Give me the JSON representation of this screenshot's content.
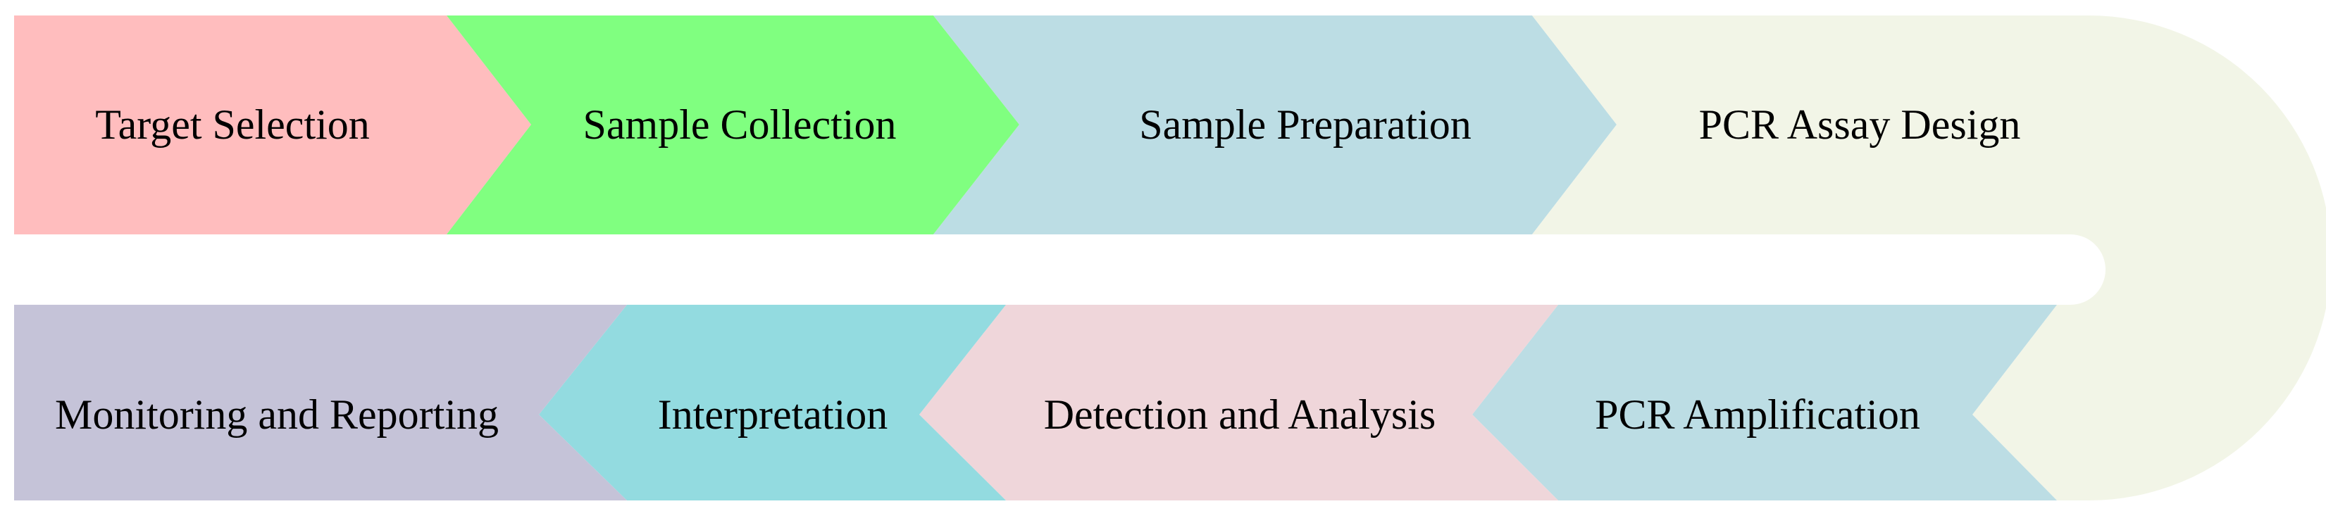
{
  "flowchart": {
    "top_row": [
      {
        "label": "Target Selection",
        "color": "#ffbdbe"
      },
      {
        "label": "Sample Collection",
        "color": "#80ff80"
      },
      {
        "label": "Sample Preparation",
        "color": "#bcdde4"
      },
      {
        "label": "PCR Assay Design",
        "color": "#f2f5e7"
      }
    ],
    "bottom_row": [
      {
        "label": "Monitoring and Reporting",
        "color": "#c5c3d8"
      },
      {
        "label": "Interpretation",
        "color": "#93dbe0"
      },
      {
        "label": "Detection and Analysis",
        "color": "#efd6da"
      },
      {
        "label": "PCR Amplification",
        "color": "#bcdde4"
      }
    ],
    "connector_color": "#f2f5e7"
  }
}
